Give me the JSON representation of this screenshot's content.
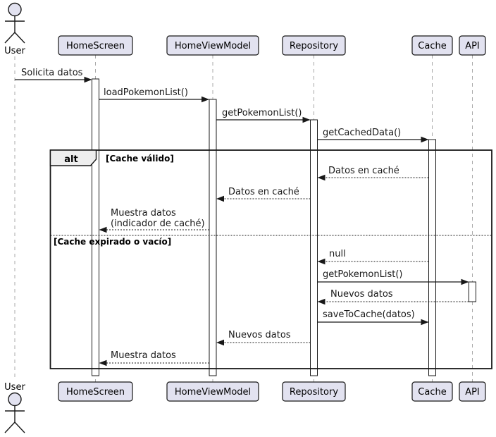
{
  "diagram": {
    "kind": "uml-sequence-diagram",
    "colors": {
      "participant_fill": "#E2E2F0",
      "participant_border": "#181818",
      "lifeline": "#A8A8A8",
      "message_line": "#181818",
      "frame_border": "#181818",
      "operator_fill": "#EEEEEE",
      "background": "#FFFFFF"
    },
    "actor": {
      "label": "User"
    },
    "participants": [
      {
        "label": "HomeScreen"
      },
      {
        "label": "HomeViewModel"
      },
      {
        "label": "Repository"
      },
      {
        "label": "Cache"
      },
      {
        "label": "API"
      }
    ],
    "alt_frame": {
      "operator": "alt",
      "guard_valid": "[Cache válido]",
      "guard_expired": "[Cache expirado o vacío]"
    },
    "messages": [
      {
        "from": "User",
        "to": "HomeScreen",
        "line": "solid",
        "label": "Solicita datos"
      },
      {
        "from": "HomeScreen",
        "to": "HomeViewModel",
        "line": "solid",
        "label": "loadPokemonList()"
      },
      {
        "from": "HomeViewModel",
        "to": "Repository",
        "line": "solid",
        "label": "getPokemonList()"
      },
      {
        "from": "Repository",
        "to": "Cache",
        "line": "solid",
        "label": "getCachedData()"
      },
      {
        "from": "Cache",
        "to": "Repository",
        "line": "dashed",
        "label": "Datos en caché"
      },
      {
        "from": "Repository",
        "to": "HomeViewModel",
        "line": "dashed",
        "label": "Datos en caché"
      },
      {
        "from": "HomeViewModel",
        "to": "HomeScreen",
        "line": "dashed",
        "label_lines": [
          "Muestra datos",
          "(indicador de caché)"
        ]
      },
      {
        "from": "Cache",
        "to": "Repository",
        "line": "dashed",
        "label": "null"
      },
      {
        "from": "Repository",
        "to": "API",
        "line": "solid",
        "label": "getPokemonList()"
      },
      {
        "from": "API",
        "to": "Repository",
        "line": "dashed",
        "label": "Nuevos datos"
      },
      {
        "from": "Repository",
        "to": "Cache",
        "line": "solid",
        "label": "saveToCache(datos)"
      },
      {
        "from": "Repository",
        "to": "HomeViewModel",
        "line": "dashed",
        "label": "Nuevos datos"
      },
      {
        "from": "HomeViewModel",
        "to": "HomeScreen",
        "line": "dashed",
        "label": "Muestra datos"
      }
    ]
  }
}
